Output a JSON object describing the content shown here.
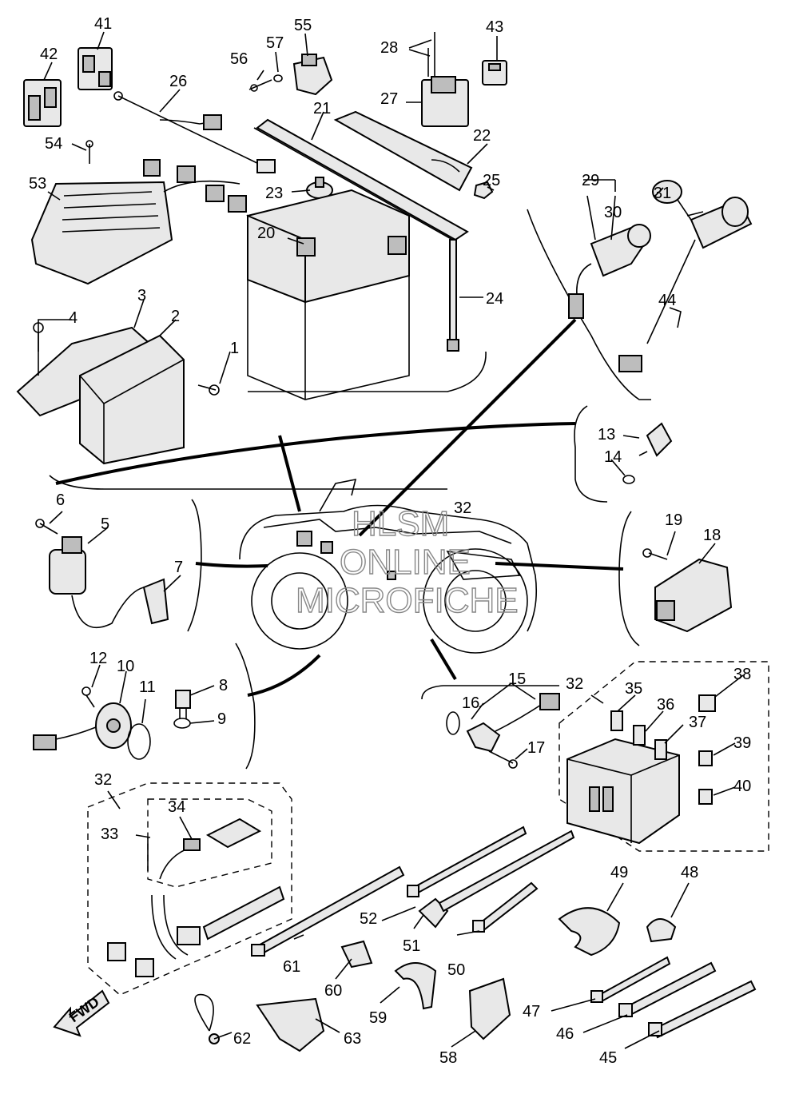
{
  "watermark": [
    "HLSM",
    "ONLINE",
    "MICROFICHE"
  ],
  "direction_label": "FWD",
  "callouts": [
    {
      "num": "41",
      "label": "part-41"
    },
    {
      "num": "42",
      "label": "part-42"
    },
    {
      "num": "26",
      "label": "part-26"
    },
    {
      "num": "56",
      "label": "part-56"
    },
    {
      "num": "57",
      "label": "part-57"
    },
    {
      "num": "55",
      "label": "part-55"
    },
    {
      "num": "28",
      "label": "part-28"
    },
    {
      "num": "43",
      "label": "part-43"
    },
    {
      "num": "27",
      "label": "part-27"
    },
    {
      "num": "21",
      "label": "part-21"
    },
    {
      "num": "22",
      "label": "part-22"
    },
    {
      "num": "54",
      "label": "part-54"
    },
    {
      "num": "53",
      "label": "part-53"
    },
    {
      "num": "23",
      "label": "part-23"
    },
    {
      "num": "25",
      "label": "part-25"
    },
    {
      "num": "29",
      "label": "part-29"
    },
    {
      "num": "31",
      "label": "part-31"
    },
    {
      "num": "30",
      "label": "part-30"
    },
    {
      "num": "20",
      "label": "part-20"
    },
    {
      "num": "24",
      "label": "part-24"
    },
    {
      "num": "44",
      "label": "part-44"
    },
    {
      "num": "3",
      "label": "part-3"
    },
    {
      "num": "2",
      "label": "part-2"
    },
    {
      "num": "4",
      "label": "part-4"
    },
    {
      "num": "1",
      "label": "part-1"
    },
    {
      "num": "13",
      "label": "part-13"
    },
    {
      "num": "14",
      "label": "part-14"
    },
    {
      "num": "6",
      "label": "part-6"
    },
    {
      "num": "5",
      "label": "part-5"
    },
    {
      "num": "32",
      "label": "part-32-top"
    },
    {
      "num": "7",
      "label": "part-7"
    },
    {
      "num": "19",
      "label": "part-19"
    },
    {
      "num": "18",
      "label": "part-18"
    },
    {
      "num": "12",
      "label": "part-12"
    },
    {
      "num": "10",
      "label": "part-10"
    },
    {
      "num": "11",
      "label": "part-11"
    },
    {
      "num": "8",
      "label": "part-8"
    },
    {
      "num": "9",
      "label": "part-9"
    },
    {
      "num": "15",
      "label": "part-15"
    },
    {
      "num": "32",
      "label": "part-32-right"
    },
    {
      "num": "16",
      "label": "part-16"
    },
    {
      "num": "35",
      "label": "part-35"
    },
    {
      "num": "38",
      "label": "part-38"
    },
    {
      "num": "36",
      "label": "part-36"
    },
    {
      "num": "37",
      "label": "part-37"
    },
    {
      "num": "17",
      "label": "part-17"
    },
    {
      "num": "39",
      "label": "part-39"
    },
    {
      "num": "40",
      "label": "part-40"
    },
    {
      "num": "32",
      "label": "part-32-left"
    },
    {
      "num": "34",
      "label": "part-34"
    },
    {
      "num": "33",
      "label": "part-33"
    },
    {
      "num": "49",
      "label": "part-49"
    },
    {
      "num": "48",
      "label": "part-48"
    },
    {
      "num": "52",
      "label": "part-52"
    },
    {
      "num": "51",
      "label": "part-51"
    },
    {
      "num": "61",
      "label": "part-61"
    },
    {
      "num": "50",
      "label": "part-50"
    },
    {
      "num": "60",
      "label": "part-60"
    },
    {
      "num": "59",
      "label": "part-59"
    },
    {
      "num": "47",
      "label": "part-47"
    },
    {
      "num": "46",
      "label": "part-46"
    },
    {
      "num": "62",
      "label": "part-62"
    },
    {
      "num": "63",
      "label": "part-63"
    },
    {
      "num": "58",
      "label": "part-58"
    },
    {
      "num": "45",
      "label": "part-45"
    }
  ]
}
